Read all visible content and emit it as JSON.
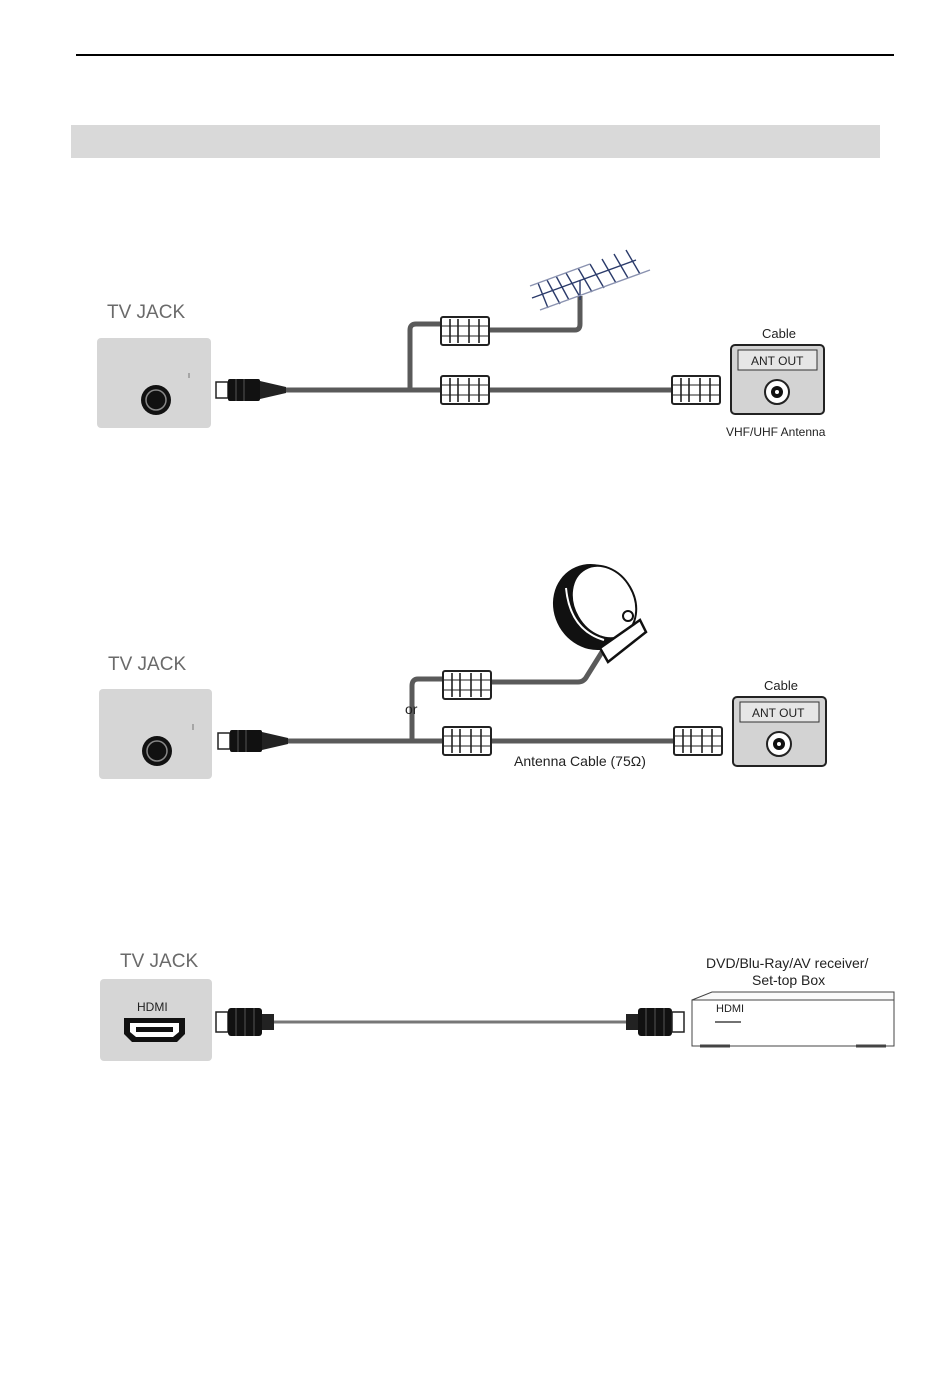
{
  "diagram1": {
    "tv_jack_label": "TV JACK",
    "cable_label": "Cable",
    "ant_out_label": "ANT OUT",
    "antenna_label": "VHF/UHF Antenna"
  },
  "diagram2": {
    "tv_jack_label": "TV JACK",
    "cable_label": "Cable",
    "ant_out_label": "ANT OUT",
    "or_label": "or",
    "antenna_cable_label": "Antenna Cable (75Ω)"
  },
  "diagram3": {
    "tv_jack_label": "TV JACK",
    "port_label": "HDMI",
    "device_label_line1": "DVD/Blu-Ray/AV receiver/",
    "device_label_line2": "Set-top Box",
    "device_port_label": "HDMI"
  }
}
